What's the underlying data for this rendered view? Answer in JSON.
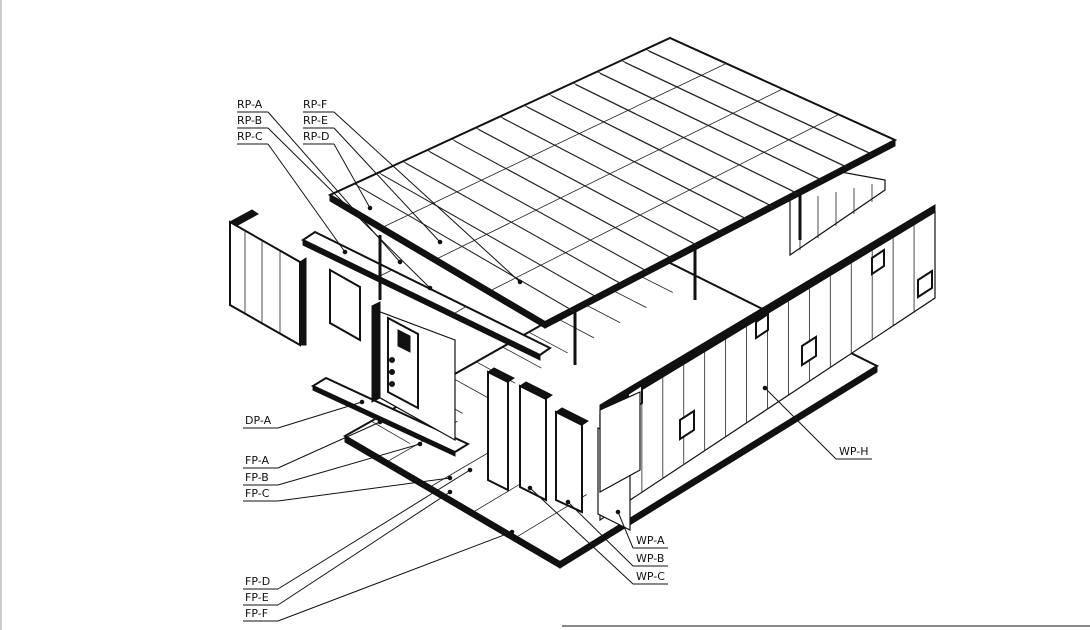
{
  "labels": {
    "rp_a": "RP-A",
    "rp_b": "RP-B",
    "rp_c": "RP-C",
    "rp_f": "RP-F",
    "rp_e": "RP-E",
    "rp_d": "RP-D",
    "dp_a": "DP-A",
    "fp_a": "FP-A",
    "fp_b": "FP-B",
    "fp_c": "FP-C",
    "fp_d": "FP-D",
    "fp_e": "FP-E",
    "fp_f": "FP-F",
    "wp_a": "WP-A",
    "wp_b": "WP-B",
    "wp_c": "WP-C",
    "wp_h": "WP-H"
  }
}
